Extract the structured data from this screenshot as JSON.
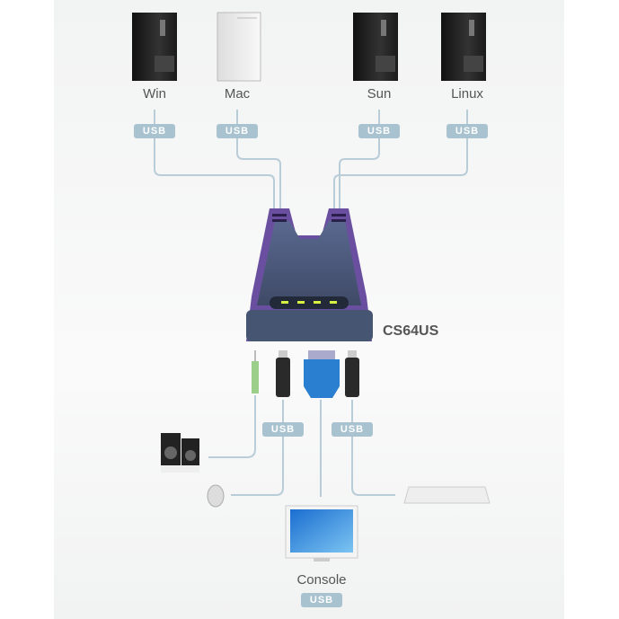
{
  "computers": [
    {
      "label": "Win",
      "port": "USB"
    },
    {
      "label": "Mac",
      "port": "USB"
    },
    {
      "label": "Sun",
      "port": "USB"
    },
    {
      "label": "Linux",
      "port": "USB"
    }
  ],
  "device": {
    "model": "CS64US"
  },
  "peripherals": {
    "mouse_port": "USB",
    "keyboard_port": "USB"
  },
  "console": {
    "label": "Console",
    "port": "USB"
  },
  "colors": {
    "cable": "#b9cdd8",
    "badge": "#a9c2d0",
    "device_body": "#4a5a7a",
    "device_accent": "#6a4fa0",
    "led": "#d8f040"
  }
}
